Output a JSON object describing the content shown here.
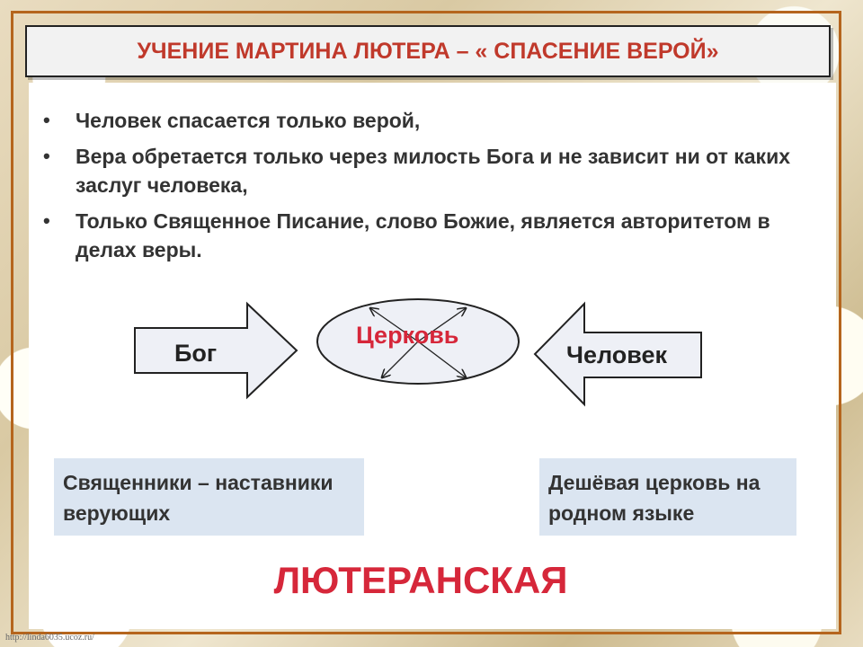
{
  "title": "УЧЕНИЕ МАРТИНА ЛЮТЕРА – « СПАСЕНИЕ ВЕРОЙ»",
  "bullets": [
    "Человек спасается только верой,",
    "Вера обретается только через милость Бога и не зависит ни от каких заслуг человека,",
    "Только Священное Писание, слово Божие, является авторитетом в делах веры."
  ],
  "bullet_glyph": "•",
  "diagram": {
    "left_arrow": "Бог",
    "center": "Церковь",
    "right_arrow": "Человек"
  },
  "notes": {
    "left": "Священники – наставники верующих",
    "right": "Дешёвая церковь на родном языке"
  },
  "conclusion": "ЛЮТЕРАНСКАЯ",
  "source": "http://linda6035.ucoz.ru/",
  "colors": {
    "title_text": "#c0392b",
    "accent_red": "#d6273a",
    "frame": "#b5651d",
    "note_bg": "#dbe5f1",
    "shape_fill": "#eef0f6"
  }
}
